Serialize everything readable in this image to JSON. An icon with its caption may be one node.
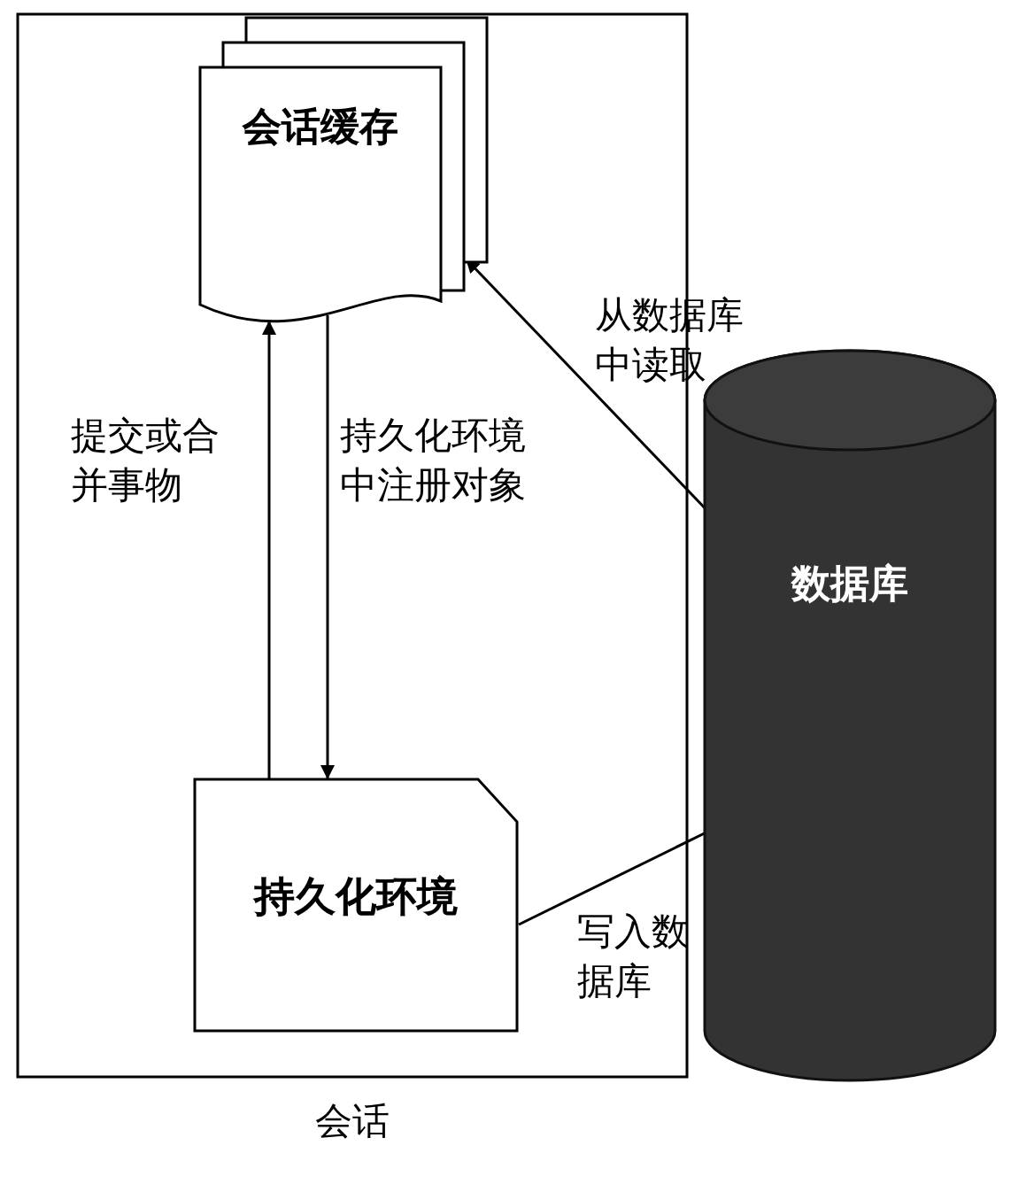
{
  "diagram": {
    "nodes": [
      {
        "text": [
          "会话"
        ]
      },
      {
        "text": [
          "会话缓存"
        ],
        "in": 0
      },
      {
        "text": [
          "持久化环境"
        ],
        "in": 0
      },
      {
        "text": [
          "数据库"
        ]
      }
    ],
    "edges": [
      {
        "from": 2,
        "to": 1,
        "arrow": "to",
        "label": "提交或合并事物"
      },
      {
        "from": 1,
        "to": 2,
        "arrow": "to",
        "label": "持久化环境中注册对象"
      },
      {
        "from": 3,
        "to": 1,
        "arrow": "to",
        "label": "从数据库中读取"
      },
      {
        "from": 2,
        "to": 3,
        "arrow": "to",
        "label": "写入数据库"
      }
    ]
  }
}
